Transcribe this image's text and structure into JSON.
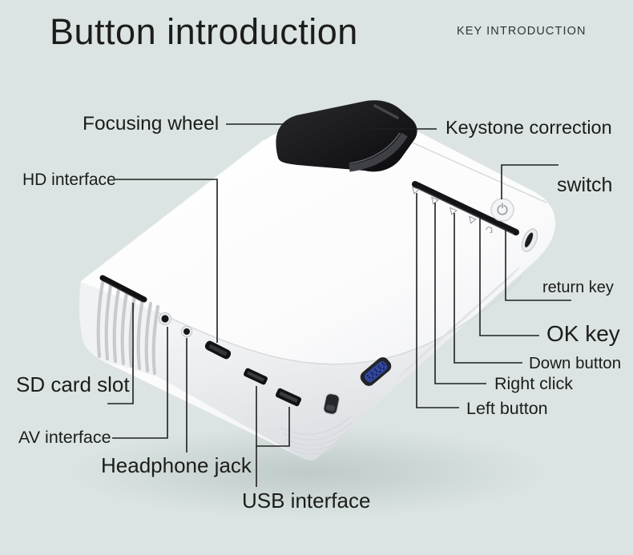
{
  "page": {
    "title": "Button introduction",
    "subtitle": "KEY INTRODUCTION",
    "background_color": "#dbe4e2",
    "text_color": "#1c1c1c",
    "leader_line_color": "#1f1f1f"
  },
  "device": {
    "type": "projector",
    "body_color": "#ffffff",
    "focus_wheel_color": "#141416",
    "vga_port_color": "#31479e"
  },
  "labels": {
    "focusing_wheel": "Focusing wheel",
    "keystone_correction": "Keystone correction",
    "hd_interface": "HD interface",
    "switch": "switch",
    "return_key": "return key",
    "ok_key": "OK key",
    "down_button": "Down button",
    "right_click": "Right click",
    "left_button": "Left button",
    "sd_card_slot": "SD card slot",
    "av_interface": "AV interface",
    "headphone_jack": "Headphone jack",
    "usb_interface": "USB interface"
  }
}
